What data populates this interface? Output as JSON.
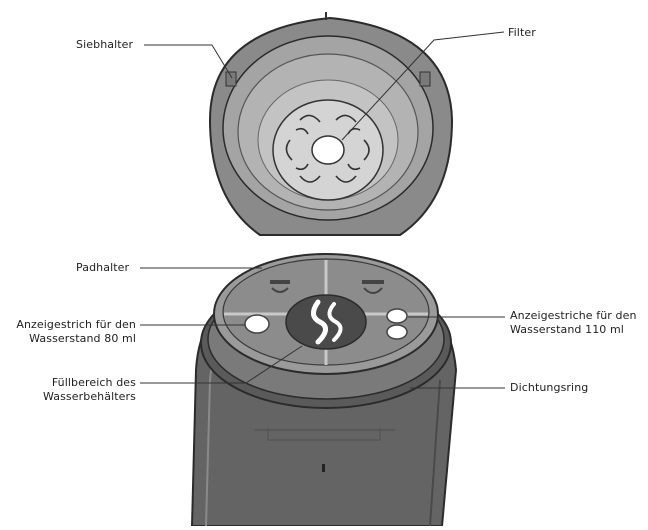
{
  "labels": {
    "siebhalter": "Siebhalter",
    "filter": "Filter",
    "padhalter": "Padhalter",
    "anzeige80_line1": "Anzeigestrich für den",
    "anzeige80_line2": "Wasserstand 80 ml",
    "anzeige110_line1": "Anzeigestriche für den",
    "anzeige110_line2": "Wasserstand 110 ml",
    "fuell_line1": "Füllbereich des",
    "fuell_line2": "Wasserbehälters",
    "dichtung": "Dichtungsring"
  },
  "colors": {
    "body_dark": "#5f5f5f",
    "body_mid": "#757575",
    "lid_gray": "#8a8a8a",
    "lid_light": "#a9a9a9",
    "outline": "#2b2b2b",
    "leader": "#333333"
  }
}
